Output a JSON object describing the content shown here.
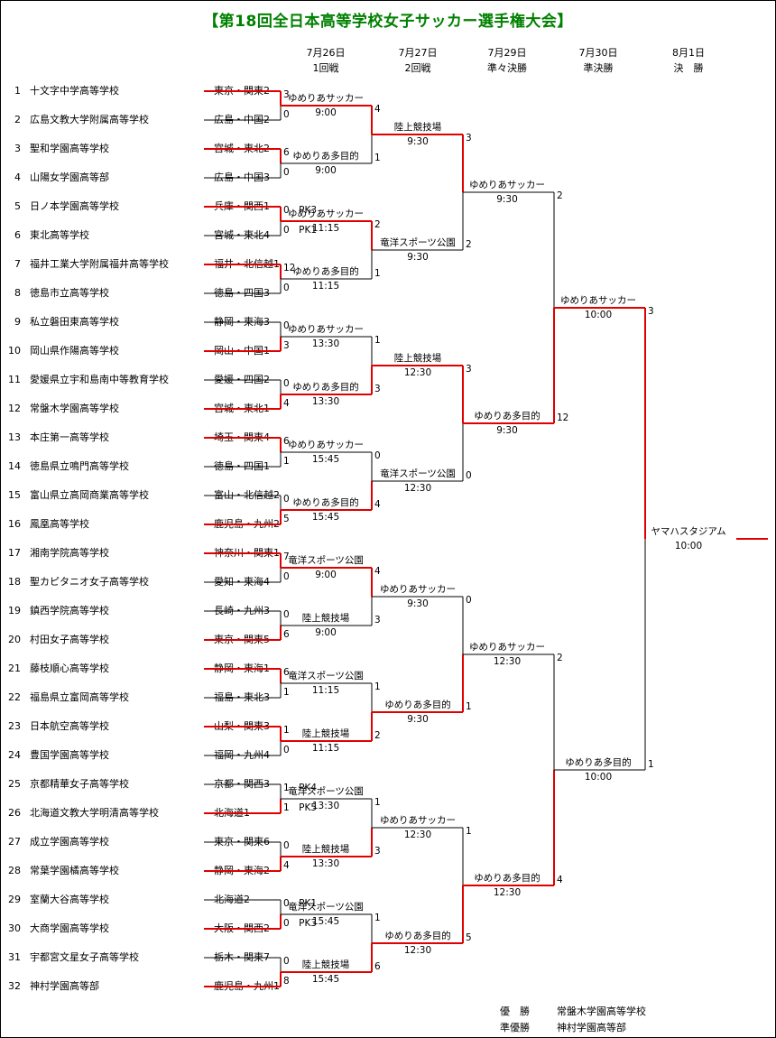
{
  "title": "【第18回全日本高等学校女子サッカー選手権大会】",
  "rounds": [
    {
      "date": "7月26日",
      "name": "1回戦"
    },
    {
      "date": "7月27日",
      "name": "2回戦"
    },
    {
      "date": "7月29日",
      "name": "準々決勝"
    },
    {
      "date": "7月30日",
      "name": "準決勝"
    },
    {
      "date": "8月1日",
      "name": "決　勝"
    }
  ],
  "teams": [
    {
      "num": "1",
      "name": "十文字中学高等学校",
      "pref": "東京・関東2"
    },
    {
      "num": "2",
      "name": "広島文教大学附属高等学校",
      "pref": "広島・中国2"
    },
    {
      "num": "3",
      "name": "聖和学園高等学校",
      "pref": "宮城・東北2"
    },
    {
      "num": "4",
      "name": "山陽女学園高等部",
      "pref": "広島・中国3"
    },
    {
      "num": "5",
      "name": "日ノ本学園高等学校",
      "pref": "兵庫・関西1"
    },
    {
      "num": "6",
      "name": "東北高等学校",
      "pref": "宮城・東北4"
    },
    {
      "num": "7",
      "name": "福井工業大学附属福井高等学校",
      "pref": "福井・北信越1"
    },
    {
      "num": "8",
      "name": "徳島市立高等学校",
      "pref": "徳島・四国3"
    },
    {
      "num": "9",
      "name": "私立磐田東高等学校",
      "pref": "静岡・東海3"
    },
    {
      "num": "10",
      "name": "岡山県作陽高等学校",
      "pref": "岡山・中国1"
    },
    {
      "num": "11",
      "name": "愛媛県立宇和島南中等教育学校",
      "pref": "愛媛・四国2"
    },
    {
      "num": "12",
      "name": "常盤木学園高等学校",
      "pref": "宮城・東北1"
    },
    {
      "num": "13",
      "name": "本庄第一高等学校",
      "pref": "埼玉・関東4"
    },
    {
      "num": "14",
      "name": "徳島県立鳴門高等学校",
      "pref": "徳島・四国1"
    },
    {
      "num": "15",
      "name": "富山県立高岡商業高等学校",
      "pref": "富山・北信越2"
    },
    {
      "num": "16",
      "name": "鳳凰高等学校",
      "pref": "鹿児島・九州2"
    },
    {
      "num": "17",
      "name": "湘南学院高等学校",
      "pref": "神奈川・関東1"
    },
    {
      "num": "18",
      "name": "聖カピタニオ女子高等学校",
      "pref": "愛知・東海4"
    },
    {
      "num": "19",
      "name": "鎮西学院高等学校",
      "pref": "長崎・九州3"
    },
    {
      "num": "20",
      "name": "村田女子高等学校",
      "pref": "東京・関東5"
    },
    {
      "num": "21",
      "name": "藤枝順心高等学校",
      "pref": "静岡・東海1"
    },
    {
      "num": "22",
      "name": "福島県立富岡高等学校",
      "pref": "福島・東北3"
    },
    {
      "num": "23",
      "name": "日本航空高等学校",
      "pref": "山梨・関東3"
    },
    {
      "num": "24",
      "name": "豊国学園高等学校",
      "pref": "福岡・九州4"
    },
    {
      "num": "25",
      "name": "京都精華女子高等学校",
      "pref": "京都・関西3"
    },
    {
      "num": "26",
      "name": "北海道文教大学明清高等学校",
      "pref": "北海道1"
    },
    {
      "num": "27",
      "name": "成立学園高等学校",
      "pref": "東京・関東6"
    },
    {
      "num": "28",
      "name": "常葉学園橘高等学校",
      "pref": "静岡・東海2"
    },
    {
      "num": "29",
      "name": "室蘭大谷高等学校",
      "pref": "北海道2"
    },
    {
      "num": "30",
      "name": "大商学園高等学校",
      "pref": "大阪・関西2"
    },
    {
      "num": "31",
      "name": "宇都宮文星女子高等学校",
      "pref": "栃木・関東7"
    },
    {
      "num": "32",
      "name": "神村学園高等部",
      "pref": "鹿児島・九州1"
    }
  ],
  "round1": [
    {
      "venue": "ゆめりあサッカー",
      "time": "9:00",
      "s1": "3",
      "s2": "0",
      "winner": 1
    },
    {
      "venue": "ゆめりあ多目的",
      "time": "9:00",
      "s1": "6",
      "s2": "0",
      "winner": 1
    },
    {
      "venue": "ゆめりあサッカー",
      "time": "11:15",
      "s1": "0　PK3",
      "s2": "0　PK1",
      "winner": 1
    },
    {
      "venue": "ゆめりあ多目的",
      "time": "11:15",
      "s1": "12",
      "s2": "0",
      "winner": 1
    },
    {
      "venue": "ゆめりあサッカー",
      "time": "13:30",
      "s1": "0",
      "s2": "3",
      "winner": 2
    },
    {
      "venue": "ゆめりあ多目的",
      "time": "13:30",
      "s1": "0",
      "s2": "4",
      "winner": 2
    },
    {
      "venue": "ゆめりあサッカー",
      "time": "15:45",
      "s1": "6",
      "s2": "1",
      "winner": 1
    },
    {
      "venue": "ゆめりあ多目的",
      "time": "15:45",
      "s1": "0",
      "s2": "5",
      "winner": 2
    },
    {
      "venue": "竜洋スポーツ公園",
      "time": "9:00",
      "s1": "7",
      "s2": "0",
      "winner": 1
    },
    {
      "venue": "陸上競技場",
      "time": "9:00",
      "s1": "0",
      "s2": "6",
      "winner": 2
    },
    {
      "venue": "竜洋スポーツ公園",
      "time": "11:15",
      "s1": "6",
      "s2": "1",
      "winner": 1
    },
    {
      "venue": "陸上競技場",
      "time": "11:15",
      "s1": "1",
      "s2": "0",
      "winner": 1
    },
    {
      "venue": "竜洋スポーツ公園",
      "time": "13:30",
      "s1": "1　PK4",
      "s2": "1　PK5",
      "winner": 2
    },
    {
      "venue": "陸上競技場",
      "time": "13:30",
      "s1": "0",
      "s2": "4",
      "winner": 2
    },
    {
      "venue": "竜洋スポーツ公園",
      "time": "15:45",
      "s1": "0　PK1",
      "s2": "0　PK3",
      "winner": 2
    },
    {
      "venue": "陸上競技場",
      "time": "15:45",
      "s1": "0",
      "s2": "8",
      "winner": 2
    }
  ],
  "round2": [
    {
      "venue": "陸上競技場",
      "time": "9:30",
      "s1": "4",
      "s2": "1",
      "winner": 1
    },
    {
      "venue": "竜洋スポーツ公園",
      "time": "9:30",
      "s1": "2",
      "s2": "1",
      "winner": 1
    },
    {
      "venue": "陸上競技場",
      "time": "12:30",
      "s1": "1",
      "s2": "3",
      "winner": 2
    },
    {
      "venue": "竜洋スポーツ公園",
      "time": "12:30",
      "s1": "0",
      "s2": "4",
      "winner": 2
    },
    {
      "venue": "ゆめりあサッカー",
      "time": "9:30",
      "s1": "4",
      "s2": "3",
      "winner": 1
    },
    {
      "venue": "ゆめりあ多目的",
      "time": "9:30",
      "s1": "1",
      "s2": "2",
      "winner": 2
    },
    {
      "venue": "ゆめりあサッカー",
      "time": "12:30",
      "s1": "1",
      "s2": "3",
      "winner": 2
    },
    {
      "venue": "ゆめりあ多目的",
      "time": "12:30",
      "s1": "1",
      "s2": "6",
      "winner": 2
    }
  ],
  "round3": [
    {
      "venue": "ゆめりあサッカー",
      "time": "9:30",
      "s1": "3",
      "s2": "2",
      "winner": 1
    },
    {
      "venue": "ゆめりあ多目的",
      "time": "9:30",
      "s1": "3",
      "s2": "0",
      "winner": 1
    },
    {
      "venue": "ゆめりあサッカー",
      "time": "12:30",
      "s1": "0",
      "s2": "1",
      "winner": 2
    },
    {
      "venue": "ゆめりあ多目的",
      "time": "12:30",
      "s1": "1",
      "s2": "5",
      "winner": 2
    }
  ],
  "round4": [
    {
      "venue": "ゆめりあサッカー",
      "time": "10:00",
      "s1": "2",
      "s2": "12",
      "winner": 2
    },
    {
      "venue": "ゆめりあ多目的",
      "time": "10:00",
      "s1": "2",
      "s2": "4",
      "winner": 2
    }
  ],
  "round5": [
    {
      "venue": "ヤマハスタジアム",
      "time": "10:00",
      "s1": "3",
      "s2": "1",
      "winner": 1
    }
  ],
  "results": {
    "winner_label": "優　勝",
    "winner": "常盤木学園高等学校",
    "runnerup_label": "準優勝",
    "runnerup": "神村学園高等部"
  },
  "colors": {
    "title": "#008000",
    "winner_line": "#e00000",
    "line": "#000000"
  }
}
